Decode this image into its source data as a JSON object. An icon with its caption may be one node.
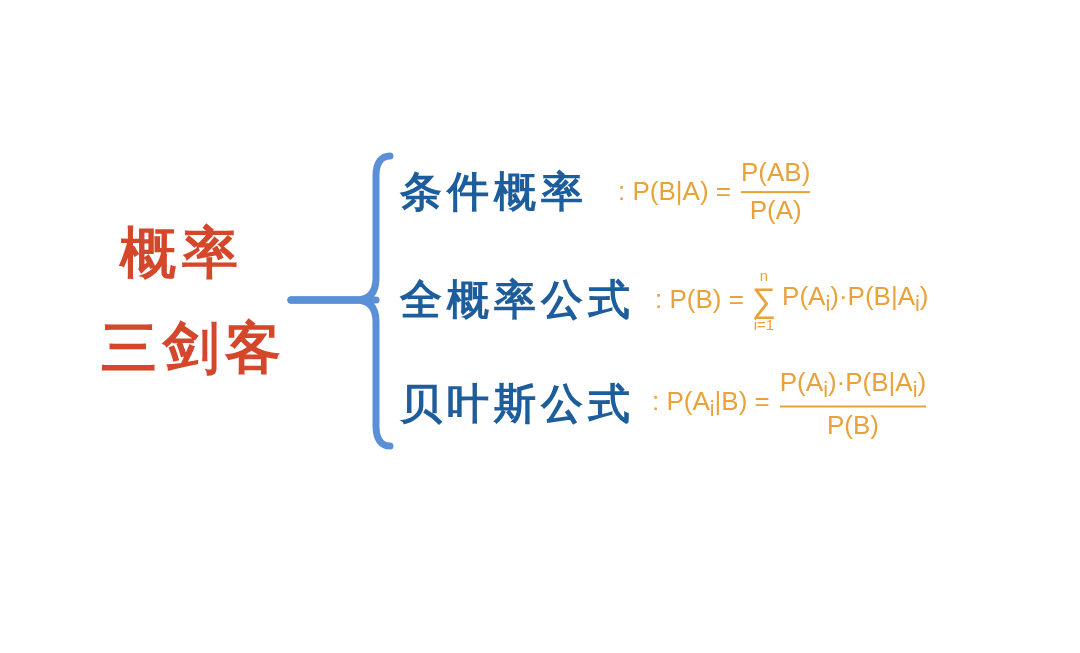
{
  "diagram": {
    "nodes": [
      {
        "text": [
          "概率三剑客"
        ]
      },
      {
        "text": [
          "条件概率"
        ],
        "beside": [
          ": P(B|A) =",
          "P(AB)",
          "P(A)"
        ]
      },
      {
        "text": [
          "全概率公式"
        ],
        "beside": [
          ": P(B) =",
          "n",
          "∑",
          "i=1",
          "P(A$_{i}$)·P(B|A$_{i}$)"
        ]
      },
      {
        "text": [
          "贝叶斯公式"
        ],
        "beside": [
          ": P(A$_{i}$|B) =",
          "P(A$_{i}$)·P(B|A$_{i}$)",
          "P(B)"
        ]
      }
    ],
    "edges": [
      {
        "from": 0,
        "to": 1,
        "arrow": "none"
      },
      {
        "from": 0,
        "to": 2,
        "arrow": "none"
      },
      {
        "from": 0,
        "to": 3,
        "arrow": "none"
      }
    ]
  }
}
